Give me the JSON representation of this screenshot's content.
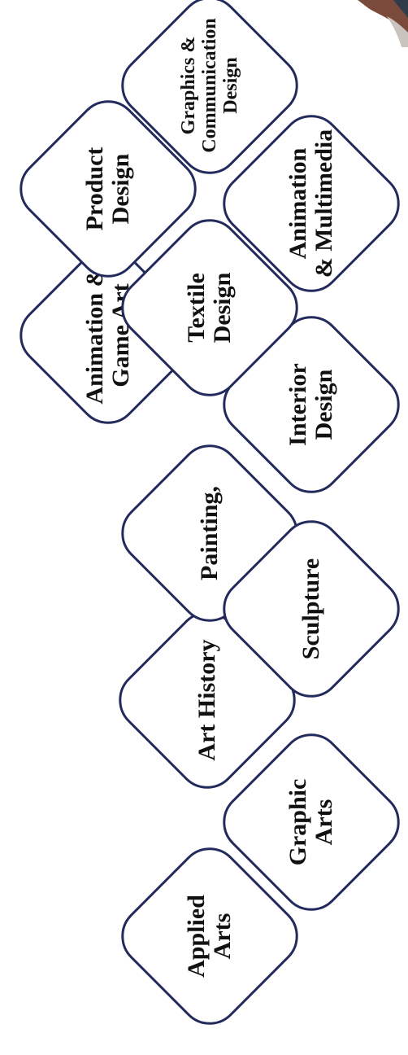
{
  "colors": {
    "tile_border": "#232a5c",
    "text": "#111111",
    "background": "#ffffff"
  },
  "tiles": [
    {
      "id": "applied-arts",
      "label": "Applied\nArts"
    },
    {
      "id": "art-history",
      "label": "Art History"
    },
    {
      "id": "painting",
      "label": "Painting,"
    },
    {
      "id": "animation-game-art",
      "label": "Animation &\nGame Art"
    },
    {
      "id": "product-design",
      "label": "Product\nDesign"
    },
    {
      "id": "graphic-arts",
      "label": "Graphic\nArts"
    },
    {
      "id": "sculpture",
      "label": "Sculpture"
    },
    {
      "id": "interior-design",
      "label": "Interior\nDesign"
    },
    {
      "id": "textile-design",
      "label": "Textile\nDesign"
    },
    {
      "id": "animation-multimedia",
      "label": "Animation\n& Multimedia"
    },
    {
      "id": "graphics-communication-design",
      "label": "Graphics &\nCommunication\nDesign"
    }
  ]
}
